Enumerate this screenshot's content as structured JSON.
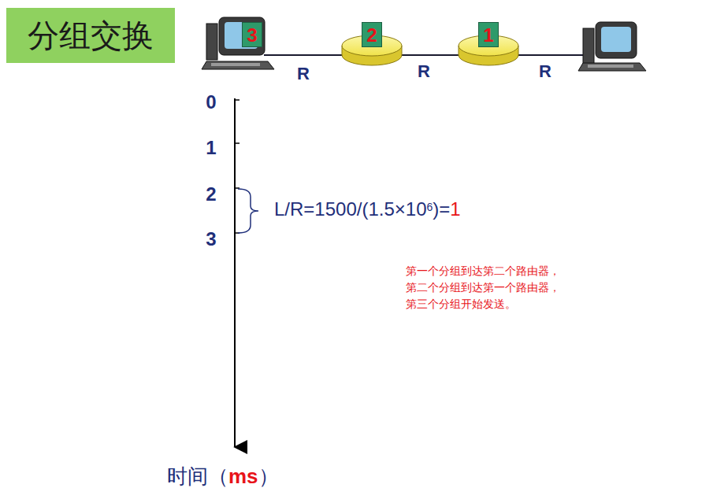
{
  "diagram": {
    "title": "分组交换",
    "nodes": [
      {
        "text": [
          "3"
        ]
      },
      {
        "text": [
          "2"
        ]
      },
      {
        "text": [
          "1"
        ]
      }
    ],
    "labels": [
      "R",
      "R",
      "R",
      "0",
      "1",
      "2",
      "3",
      "L/R=1500/(1.5×10",
      "6",
      ")=",
      "1",
      "第一个分组到达第二个路由器，",
      "第二个分组到达第一个路由器，",
      "第三个分组开始发送。",
      "时间（",
      "ms",
      "）"
    ]
  }
}
